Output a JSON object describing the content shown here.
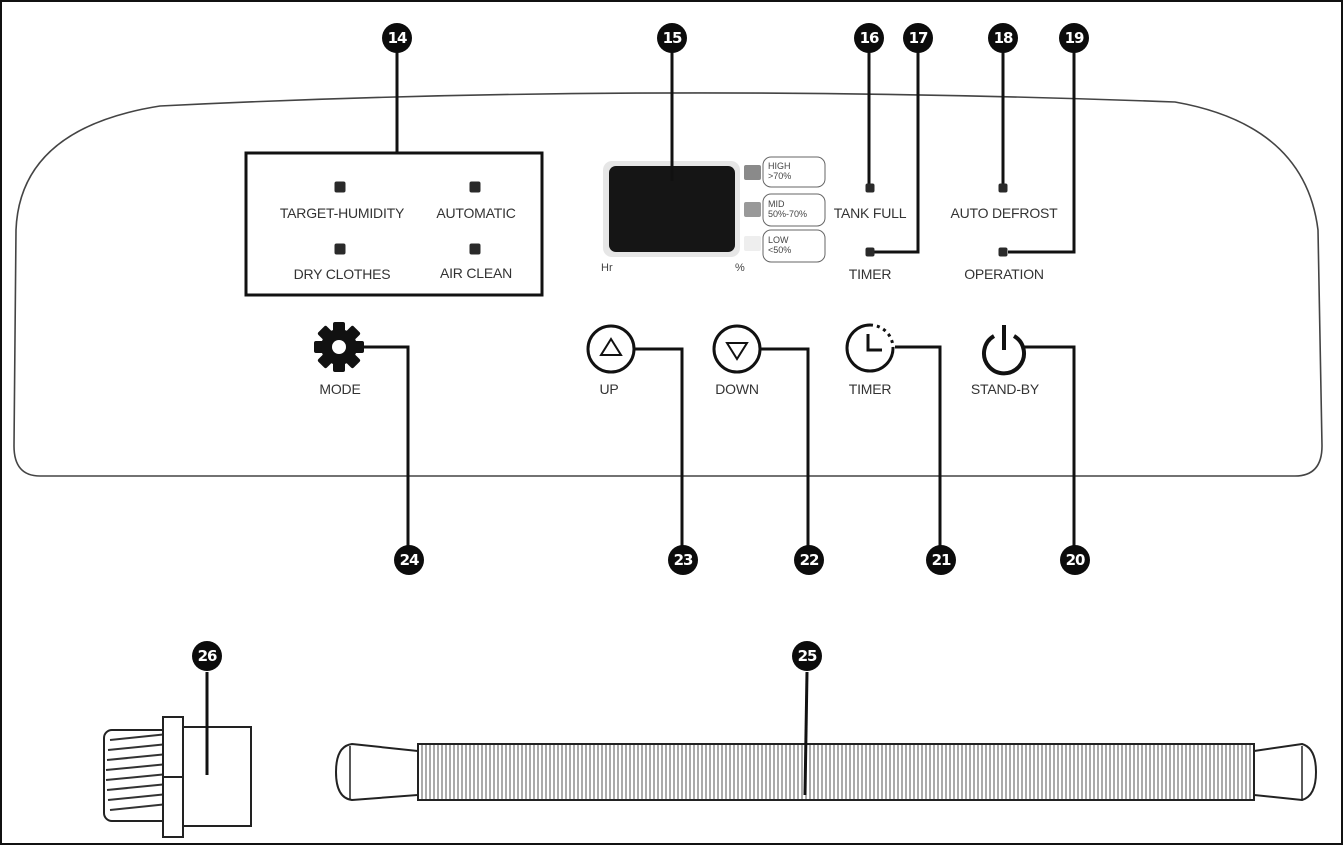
{
  "callouts": {
    "c14": "14",
    "c15": "15",
    "c16": "16",
    "c17": "17",
    "c18": "18",
    "c19": "19",
    "c20": "20",
    "c21": "21",
    "c22": "22",
    "c23": "23",
    "c24": "24",
    "c25": "25",
    "c26": "26"
  },
  "modes": {
    "target_humidity": "TARGET-HUMIDITY",
    "automatic": "AUTOMATIC",
    "dry_clothes": "DRY CLOTHES",
    "air_clean": "AIR CLEAN"
  },
  "display": {
    "hr": "Hr",
    "percent": "%",
    "high_a": "HIGH",
    "high_b": ">70%",
    "mid_a": "MID",
    "mid_b": "50%-70%",
    "low_a": "LOW",
    "low_b": "<50%"
  },
  "indicators": {
    "tank_full": "TANK FULL",
    "auto_defrost": "AUTO DEFROST",
    "timer": "TIMER",
    "operation": "OPERATION"
  },
  "buttons": {
    "mode": "MODE",
    "up": "UP",
    "down": "DOWN",
    "timer": "TIMER",
    "standby": "STAND-BY"
  }
}
